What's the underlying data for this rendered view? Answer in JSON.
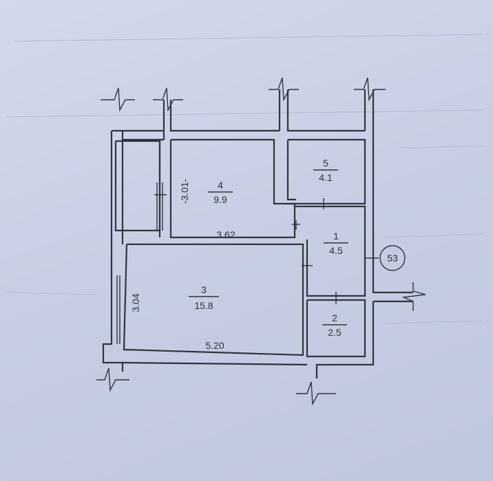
{
  "plan": {
    "apartment_number": "53",
    "rooms": [
      {
        "id": "1",
        "area": "4.5"
      },
      {
        "id": "2",
        "area": "2.5"
      },
      {
        "id": "3",
        "area": "15.8"
      },
      {
        "id": "4",
        "area": "9.9"
      },
      {
        "id": "5",
        "area": "4.1"
      }
    ],
    "dimensions": {
      "room4_width": "3.62",
      "room4_depth": "-3.01-",
      "room3_width": "5.20",
      "room3_depth": "3.04"
    }
  }
}
